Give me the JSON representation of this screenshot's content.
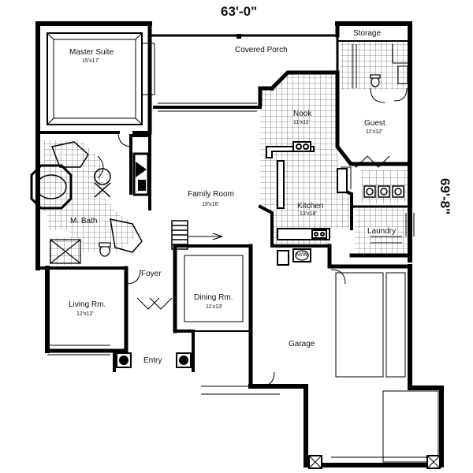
{
  "plan": {
    "width_label": "63'-0\"",
    "depth_label": "69'-8\""
  },
  "rooms": {
    "master_suite": {
      "name": "Master Suite",
      "size": "15'x17'"
    },
    "covered_porch": {
      "name": "Covered Porch"
    },
    "storage": {
      "name": "Storage"
    },
    "nook": {
      "name": "Nook",
      "size": "11'x11'"
    },
    "guest": {
      "name": "Guest",
      "size": "11'x12'"
    },
    "family_room": {
      "name": "Family Room",
      "size": "19'x16'"
    },
    "kitchen": {
      "name": "Kitchen",
      "size": "13'x18'"
    },
    "m_bath": {
      "name": "M. Bath"
    },
    "laundry": {
      "name": "Laundry"
    },
    "foyer": {
      "name": "Foyer"
    },
    "living_rm": {
      "name": "Living Rm.",
      "size": "12'x12'"
    },
    "dining_rm": {
      "name": "Dining Rm.",
      "size": "11'x13'"
    },
    "garage": {
      "name": "Garage"
    },
    "entry": {
      "name": "Entry"
    }
  },
  "appliances": {
    "microwave": "M/W"
  }
}
